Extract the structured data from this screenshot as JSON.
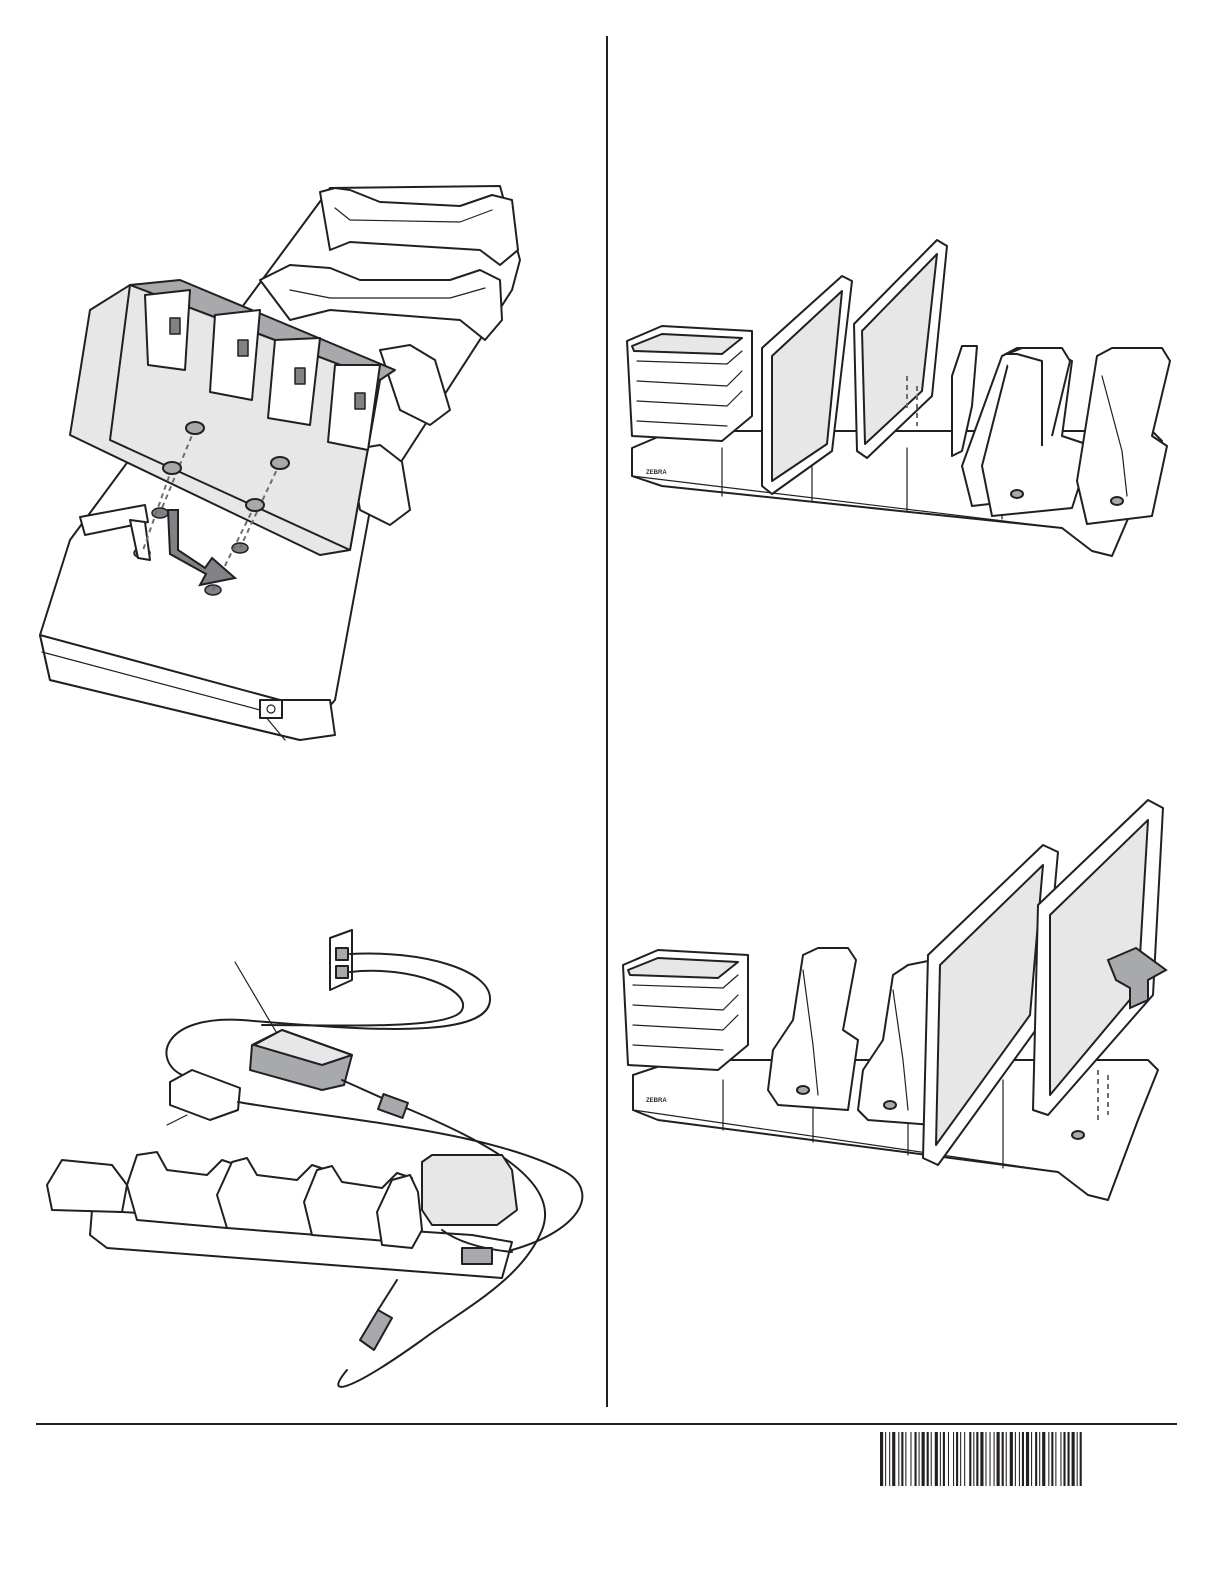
{
  "page": {
    "barcode_id": "barcode"
  },
  "figures": [
    {
      "id": "fig-battery-cup-install",
      "icon": "battery-adapter-cup-install-illustration"
    },
    {
      "id": "fig-cradle-with-tablets",
      "icon": "cradle-tablet-insertion-illustration"
    },
    {
      "id": "fig-power-connection",
      "icon": "power-supply-connection-illustration"
    },
    {
      "id": "fig-rugged-frame-insertion",
      "icon": "rugged-frame-insertion-illustration"
    }
  ],
  "logos": {
    "cradle_logo": "ZEBRA"
  }
}
